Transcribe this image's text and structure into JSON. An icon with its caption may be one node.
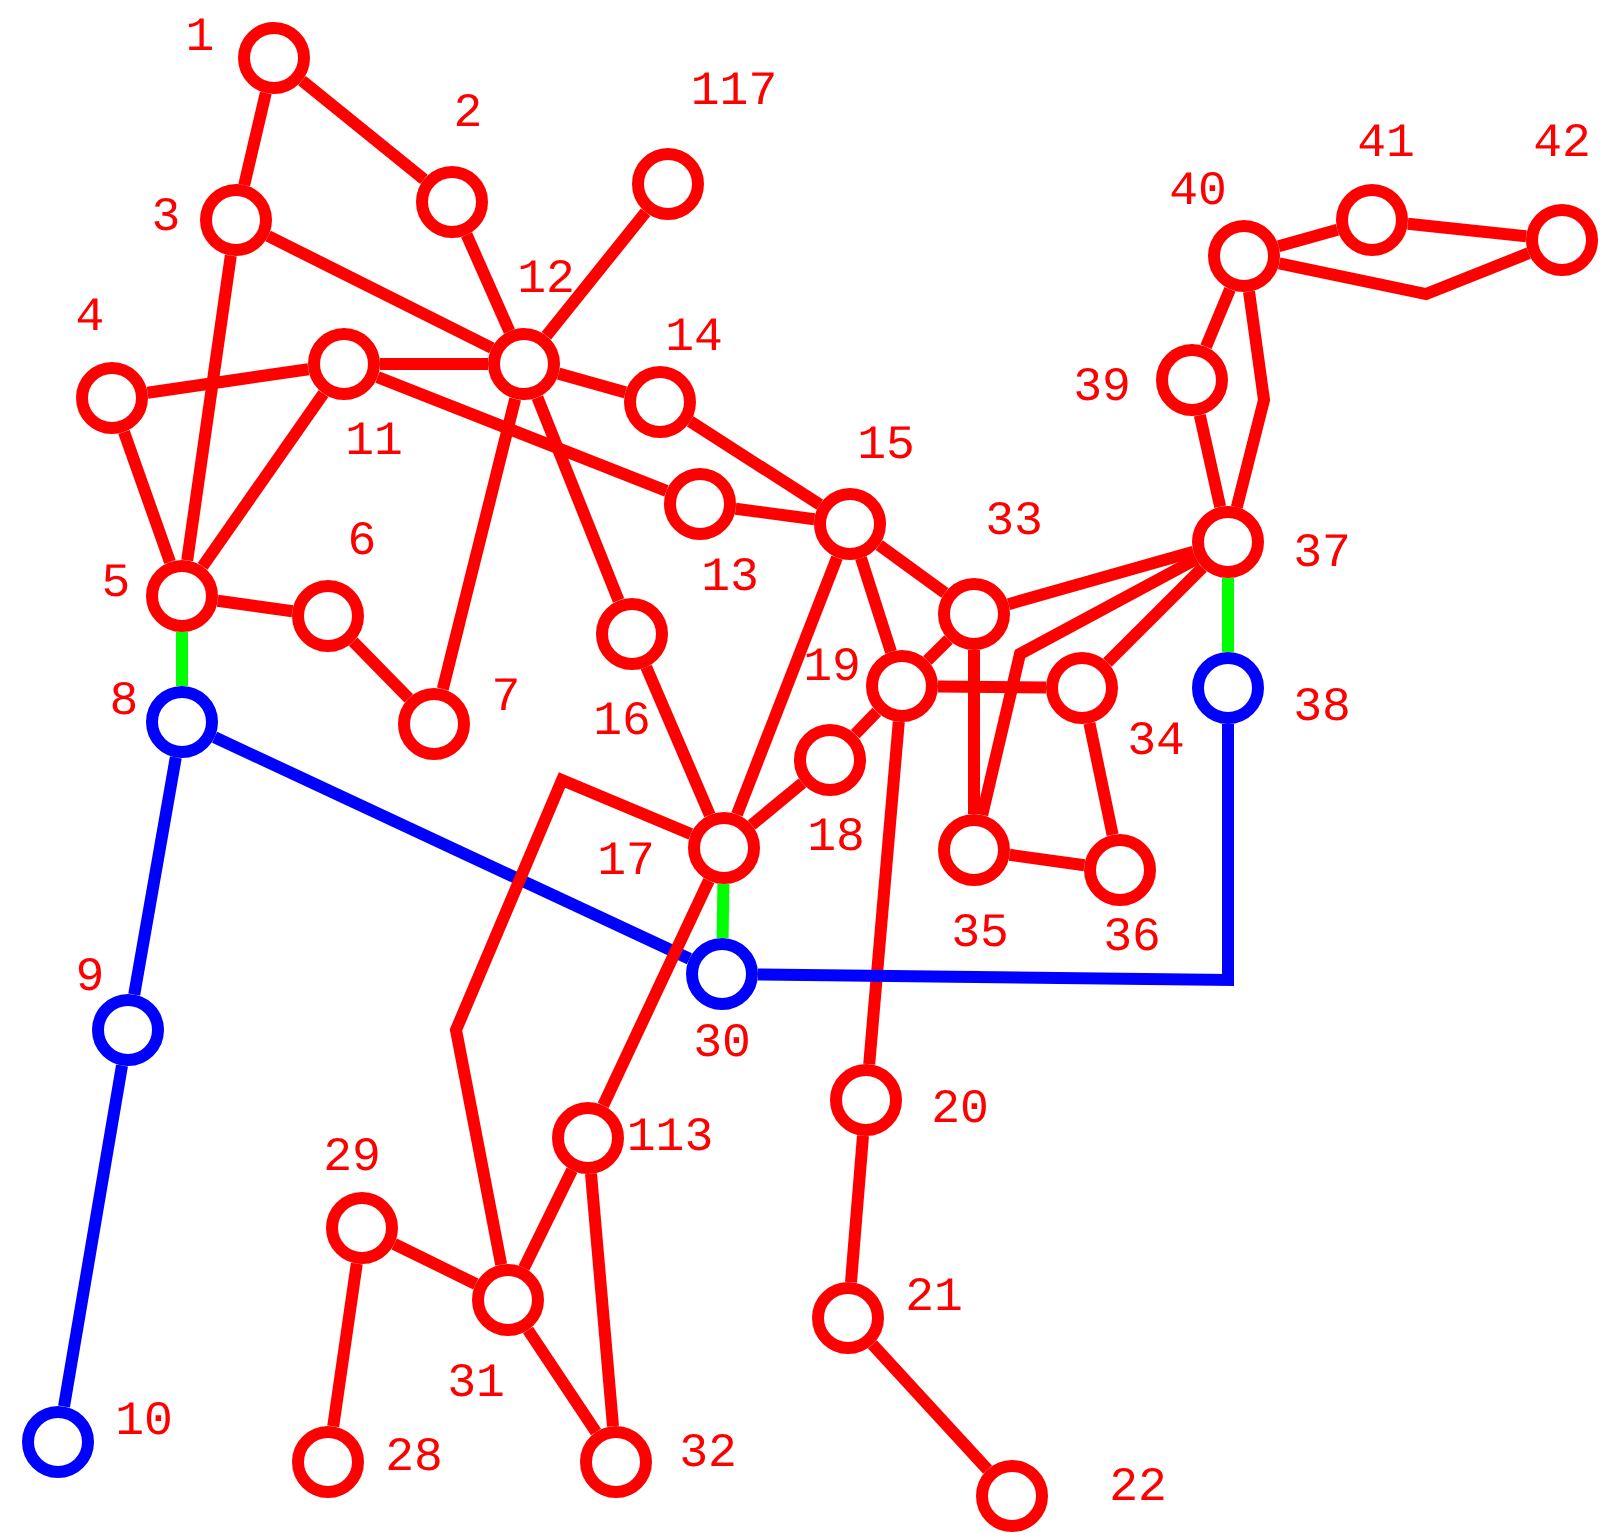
{
  "diagram": {
    "nodes": [
      {
        "text": [],
        "shape": "circle",
        "beside": [
          "1"
        ]
      },
      {
        "text": [],
        "shape": "circle",
        "beside": [
          "2"
        ]
      },
      {
        "text": [],
        "shape": "circle",
        "beside": [
          "117"
        ]
      },
      {
        "text": [],
        "shape": "circle",
        "beside": [
          "3"
        ]
      },
      {
        "text": [],
        "shape": "circle",
        "beside": [
          "40"
        ]
      },
      {
        "text": [],
        "shape": "circle",
        "beside": [
          "41"
        ]
      },
      {
        "text": [],
        "shape": "circle",
        "beside": [
          "42"
        ]
      },
      {
        "text": [],
        "shape": "circle",
        "beside": [
          "4"
        ]
      },
      {
        "text": [],
        "shape": "circle",
        "beside": [
          "11"
        ]
      },
      {
        "text": [],
        "shape": "circle",
        "beside": [
          "12"
        ]
      },
      {
        "text": [],
        "shape": "circle",
        "beside": [
          "39"
        ]
      },
      {
        "text": [],
        "shape": "circle",
        "beside": [
          "14"
        ]
      },
      {
        "text": [],
        "shape": "circle",
        "beside": [
          "13"
        ]
      },
      {
        "text": [],
        "shape": "circle",
        "beside": [
          "15"
        ]
      },
      {
        "text": [],
        "shape": "circle",
        "beside": [
          "37"
        ]
      },
      {
        "text": [],
        "shape": "circle",
        "beside": [
          "5"
        ]
      },
      {
        "text": [],
        "shape": "circle",
        "beside": [
          "6"
        ]
      },
      {
        "text": [],
        "shape": "circle",
        "beside": [
          "33"
        ]
      },
      {
        "text": [],
        "shape": "circle",
        "beside": [
          "7"
        ]
      },
      {
        "text": [],
        "shape": "circle",
        "beside": [
          "16"
        ]
      },
      {
        "text": [],
        "shape": "circle",
        "beside": [
          "19"
        ]
      },
      {
        "text": [],
        "shape": "circle",
        "beside": [
          "34"
        ]
      },
      {
        "text": [],
        "shape": "circle",
        "beside": [
          "38"
        ]
      },
      {
        "text": [],
        "shape": "circle",
        "beside": [
          "8"
        ]
      },
      {
        "text": [],
        "shape": "circle",
        "beside": [
          "18"
        ]
      },
      {
        "text": [],
        "shape": "circle",
        "beside": [
          "17"
        ]
      },
      {
        "text": [],
        "shape": "circle",
        "beside": [
          "35"
        ]
      },
      {
        "text": [],
        "shape": "circle",
        "beside": [
          "36"
        ]
      },
      {
        "text": [],
        "shape": "circle",
        "beside": [
          "30"
        ]
      },
      {
        "text": [],
        "shape": "circle",
        "beside": [
          "9"
        ]
      },
      {
        "text": [],
        "shape": "circle",
        "beside": [
          "20"
        ]
      },
      {
        "text": [],
        "shape": "circle",
        "beside": [
          "113"
        ]
      },
      {
        "text": [],
        "shape": "circle",
        "beside": [
          "29"
        ]
      },
      {
        "text": [],
        "shape": "circle",
        "beside": [
          "31"
        ]
      },
      {
        "text": [],
        "shape": "circle",
        "beside": [
          "21"
        ]
      },
      {
        "text": [],
        "shape": "circle",
        "beside": [
          "10"
        ]
      },
      {
        "text": [],
        "shape": "circle",
        "beside": [
          "28"
        ]
      },
      {
        "text": [],
        "shape": "circle",
        "beside": [
          "32"
        ]
      },
      {
        "text": [],
        "shape": "circle",
        "beside": [
          "22"
        ]
      }
    ],
    "edges": [
      {
        "from": 0,
        "to": 3,
        "arrow": "none"
      },
      {
        "from": 0,
        "to": 1,
        "arrow": "none"
      },
      {
        "from": 1,
        "to": 9,
        "arrow": "none"
      },
      {
        "from": 2,
        "to": 9,
        "arrow": "none"
      },
      {
        "from": 3,
        "to": 9,
        "arrow": "none"
      },
      {
        "from": 3,
        "to": 15,
        "arrow": "none"
      },
      {
        "from": 7,
        "to": 8,
        "arrow": "none"
      },
      {
        "from": 8,
        "to": 9,
        "arrow": "none"
      },
      {
        "from": 7,
        "to": 15,
        "arrow": "none"
      },
      {
        "from": 8,
        "to": 15,
        "arrow": "none"
      },
      {
        "from": 8,
        "to": 12,
        "arrow": "none"
      },
      {
        "from": 9,
        "to": 11,
        "arrow": "none"
      },
      {
        "from": 9,
        "to": 18,
        "arrow": "none"
      },
      {
        "from": 9,
        "to": 19,
        "arrow": "none"
      },
      {
        "from": 11,
        "to": 13,
        "arrow": "none"
      },
      {
        "from": 12,
        "to": 13,
        "arrow": "none"
      },
      {
        "from": 15,
        "to": 16,
        "arrow": "none"
      },
      {
        "from": 16,
        "to": 18,
        "arrow": "none"
      },
      {
        "from": 15,
        "to": 23,
        "arrow": "none",
        "color": "#00ff00"
      },
      {
        "from": 23,
        "to": 29,
        "arrow": "none",
        "color": "#0000ff"
      },
      {
        "from": 23,
        "to": 28,
        "arrow": "none",
        "color": "#0000ff"
      },
      {
        "from": 29,
        "to": 35,
        "arrow": "none",
        "color": "#0000ff"
      },
      {
        "from": 19,
        "to": 25,
        "arrow": "none"
      },
      {
        "from": 13,
        "to": 25,
        "arrow": "none"
      },
      {
        "from": 13,
        "to": 17,
        "arrow": "none"
      },
      {
        "from": 13,
        "to": 20,
        "arrow": "none"
      },
      {
        "from": 20,
        "to": 17,
        "arrow": "none"
      },
      {
        "from": 20,
        "to": 21,
        "arrow": "none"
      },
      {
        "from": 20,
        "to": 24,
        "arrow": "none"
      },
      {
        "from": 24,
        "to": 25,
        "arrow": "none"
      },
      {
        "from": 20,
        "to": 30,
        "arrow": "none"
      },
      {
        "from": 17,
        "to": 26,
        "arrow": "none"
      },
      {
        "from": 17,
        "to": 14,
        "arrow": "none"
      },
      {
        "from": 14,
        "to": 26,
        "arrow": "none"
      },
      {
        "from": 14,
        "to": 21,
        "arrow": "none"
      },
      {
        "from": 21,
        "to": 27,
        "arrow": "none"
      },
      {
        "from": 26,
        "to": 27,
        "arrow": "none"
      },
      {
        "from": 14,
        "to": 10,
        "arrow": "none"
      },
      {
        "from": 10,
        "to": 4,
        "arrow": "none"
      },
      {
        "from": 4,
        "to": 14,
        "arrow": "none"
      },
      {
        "from": 4,
        "to": 5,
        "arrow": "none"
      },
      {
        "from": 5,
        "to": 6,
        "arrow": "none"
      },
      {
        "from": 4,
        "to": 6,
        "arrow": "none"
      },
      {
        "from": 14,
        "to": 22,
        "arrow": "none",
        "color": "#00ff00"
      },
      {
        "from": 22,
        "to": 28,
        "arrow": "none",
        "color": "#0000ff"
      },
      {
        "from": 25,
        "to": 28,
        "arrow": "none",
        "color": "#00ff00"
      },
      {
        "from": 25,
        "to": 33,
        "arrow": "none"
      },
      {
        "from": 25,
        "to": 31,
        "arrow": "none"
      },
      {
        "from": 31,
        "to": 33,
        "arrow": "none"
      },
      {
        "from": 31,
        "to": 37,
        "arrow": "none"
      },
      {
        "from": 33,
        "to": 37,
        "arrow": "none"
      },
      {
        "from": 32,
        "to": 33,
        "arrow": "none"
      },
      {
        "from": 32,
        "to": 36,
        "arrow": "none"
      },
      {
        "from": 30,
        "to": 34,
        "arrow": "none"
      },
      {
        "from": 34,
        "to": 38,
        "arrow": "none"
      }
    ]
  }
}
